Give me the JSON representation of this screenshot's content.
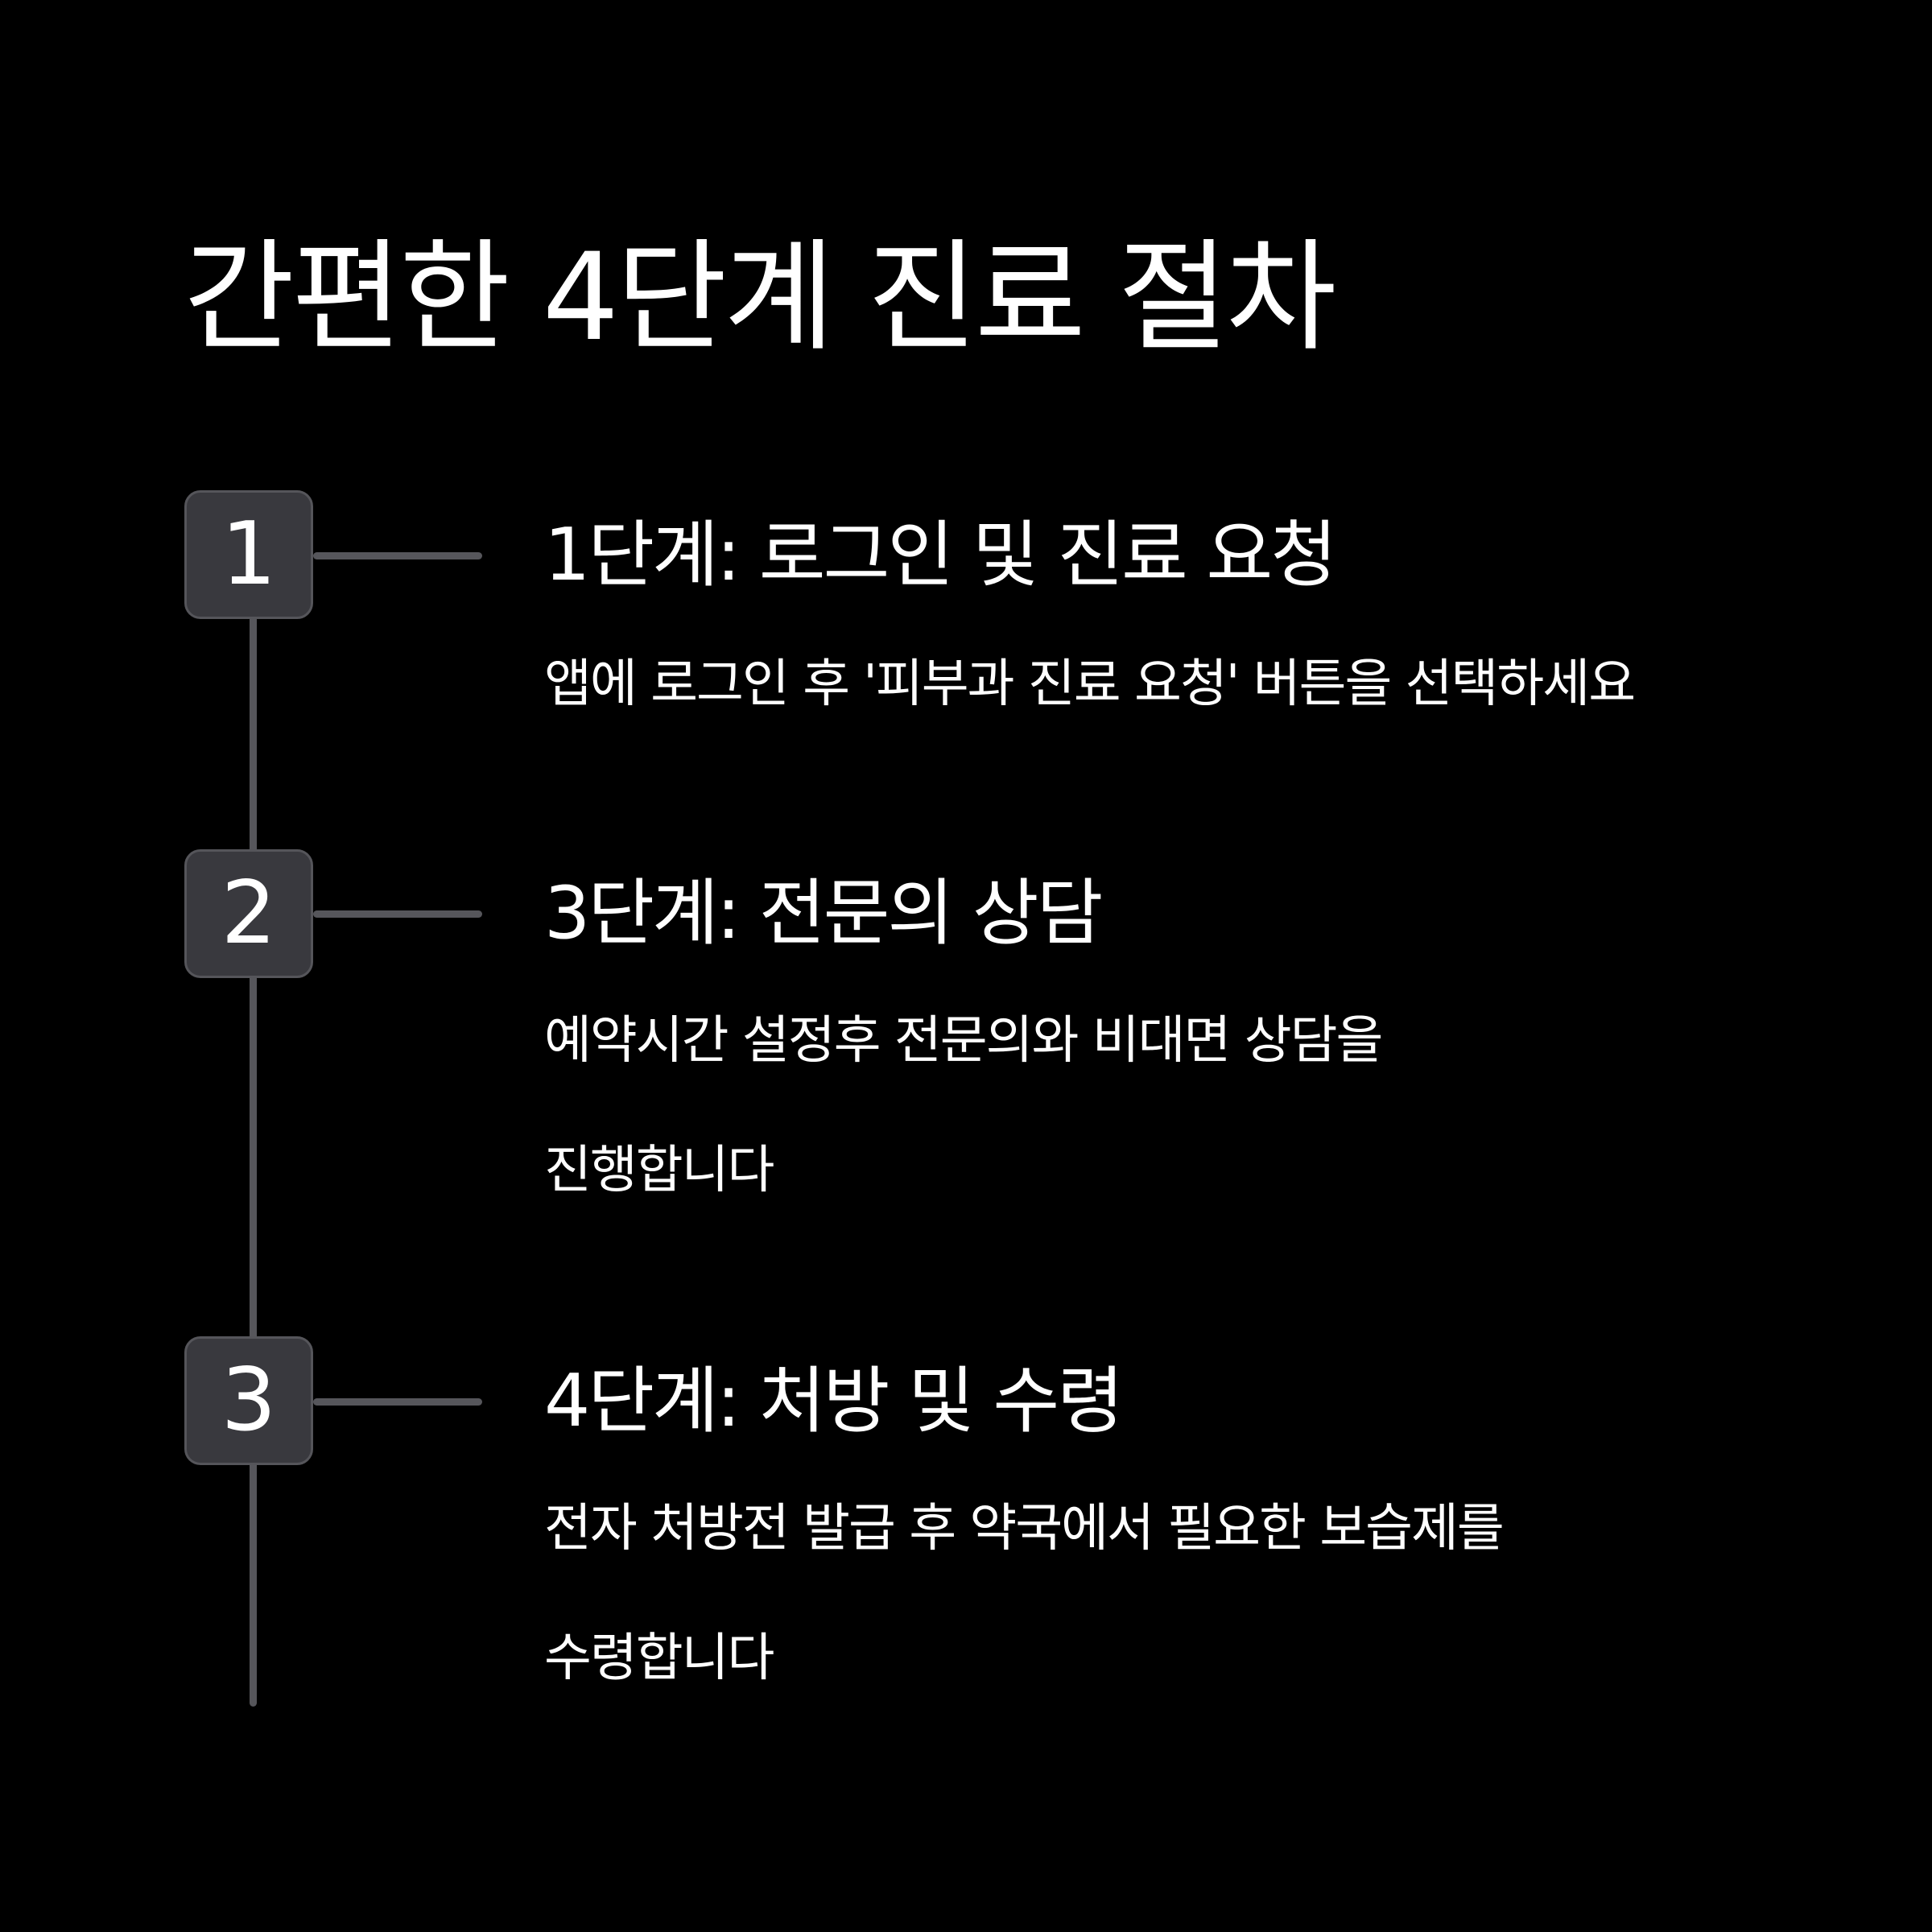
{
  "title": "간편한 4단계 진료 절차",
  "colors": {
    "background": "#000000",
    "text": "#ffffff",
    "box_fill": "#39393e",
    "line": "#56565b"
  },
  "steps": [
    {
      "number": "1",
      "title": "1단계: 로그인 및 진료 요청",
      "desc_lines": [
        "앱에 로그인 후 '피부과 진료 요청' 버튼을 선택하세요"
      ]
    },
    {
      "number": "2",
      "title": "3단계: 전문의 상담",
      "desc_lines": [
        "예약시간 설정후  전문의와 비대면 상담을",
        "진행합니다"
      ]
    },
    {
      "number": "3",
      "title": "4단계: 처방 및 수령",
      "desc_lines": [
        "전자 처방전 발급 후 약국에서 필요한 보습제를",
        "수령합니다"
      ]
    }
  ]
}
